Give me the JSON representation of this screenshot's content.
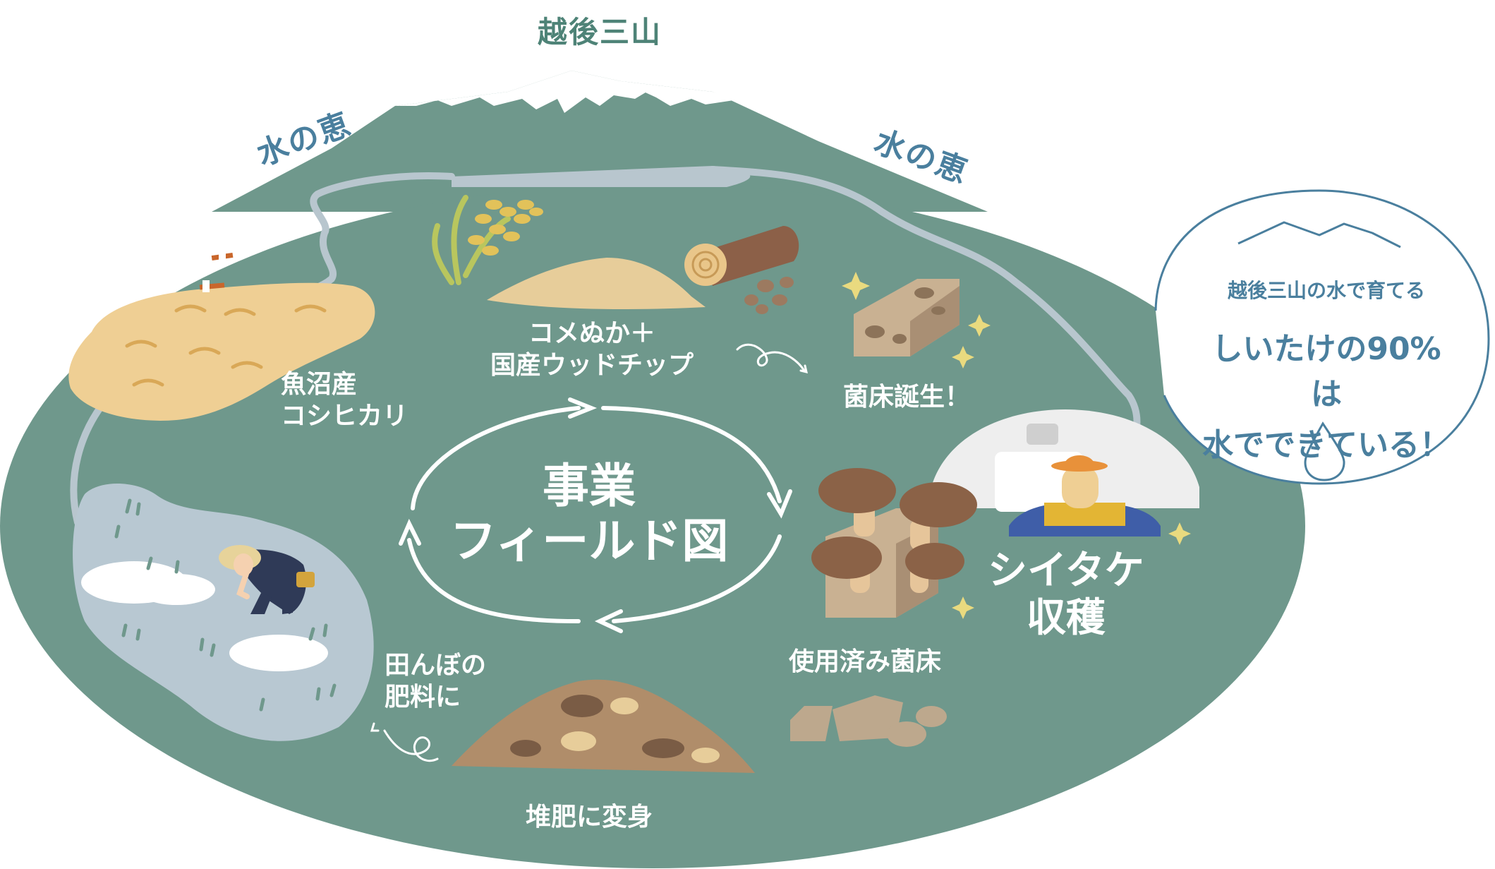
{
  "mountain_label": "越後三山",
  "water_left": "水の恵",
  "water_right": "水の恵",
  "center_title_line1": "事業",
  "center_title_line2": "フィールド図",
  "stations": {
    "rice": [
      "魚沼産",
      "コシヒカリ"
    ],
    "bran": [
      "コメぬか＋",
      "国産ウッドチップ"
    ],
    "bed": "菌床誕生！",
    "harvest": [
      "シイタケ",
      "収穫"
    ],
    "used": "使用済み菌床",
    "compost": "堆肥に変身",
    "fertilizer": [
      "田んぼの",
      "肥料に"
    ]
  },
  "note": {
    "line1": "越後三山の水で育てる",
    "line2": "しいたけの90%は",
    "line3": "水でできている！"
  },
  "icons": [
    "mountain-icon",
    "rice-plant-icon",
    "log-icon",
    "mushroom-bed-icon",
    "shiitake-icon",
    "greenhouse-icon",
    "farmer-icon",
    "compost-icon",
    "water-drop-icon",
    "sparkle-icon",
    "cycle-arrow-icon"
  ],
  "colors": {
    "field_green": "#6f988c",
    "rice_field": "#efcf94",
    "paddy_water": "#b8c8d2",
    "river": "#b8c6ce",
    "compost_brown": "#b08d6a",
    "accent_text": "#4a7f9e",
    "title_green": "#4e8377"
  }
}
